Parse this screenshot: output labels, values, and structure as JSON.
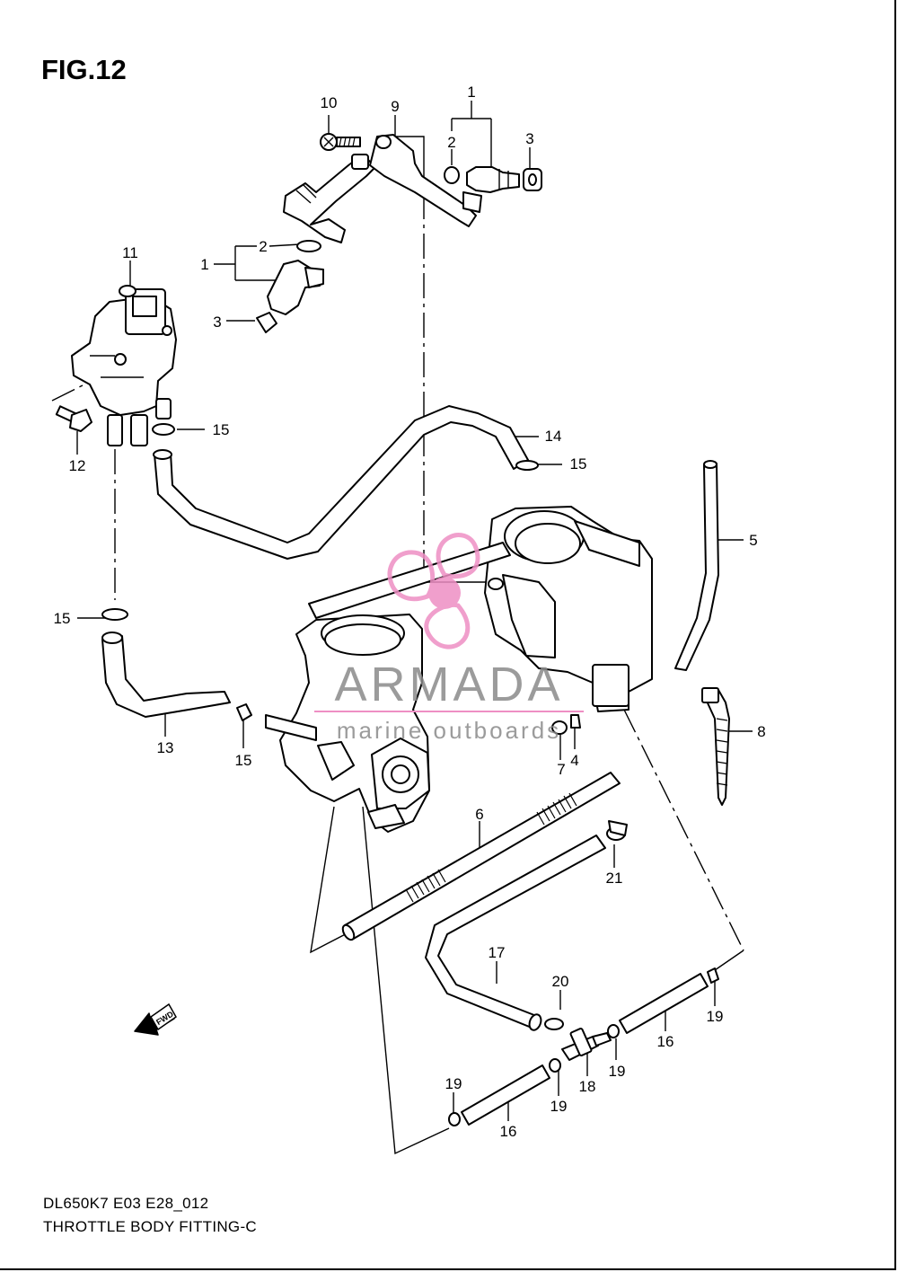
{
  "figure": {
    "title": "FIG.12",
    "code": "DL650K7 E03 E28_012",
    "caption": "THROTTLE BODY FITTING-C"
  },
  "watermark": {
    "brand": "ARMADA",
    "tagline": "marine outboards",
    "brand_color": "#ee8fc4",
    "text_color": "#8a8a8a"
  },
  "fwd_label": "FWD",
  "callouts": {
    "c1a": "1",
    "c2a": "2",
    "c3a": "3",
    "c9": "9",
    "c10": "10",
    "c1b": "1",
    "c2b": "2",
    "c3b": "3",
    "c11": "11",
    "c12": "12",
    "c15a": "15",
    "c14": "14",
    "c15b": "15",
    "c5": "5",
    "c15c": "15",
    "c13": "13",
    "c15d": "15",
    "c7": "7",
    "c4": "4",
    "c8": "8",
    "c6": "6",
    "c21": "21",
    "c17": "17",
    "c20": "20",
    "c18": "18",
    "c19a": "19",
    "c19b": "19",
    "c19c": "19",
    "c19d": "19",
    "c16a": "16",
    "c16b": "16"
  }
}
